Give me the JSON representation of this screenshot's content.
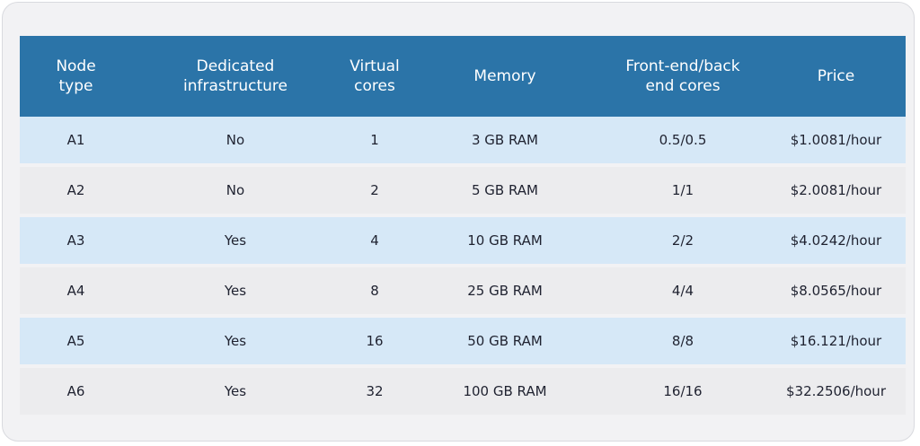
{
  "table": {
    "headers": [
      "Node\ntype",
      "Dedicated\ninfrastructure",
      "Virtual\ncores",
      "Memory",
      "Front-end/back\nend cores",
      "Price"
    ],
    "rows": [
      [
        "A1",
        "No",
        "1",
        "3 GB RAM",
        "0.5/0.5",
        "$1.0081/hour"
      ],
      [
        "A2",
        "No",
        "2",
        "5 GB RAM",
        "1/1",
        "$2.0081/hour"
      ],
      [
        "A3",
        "Yes",
        "4",
        "10 GB RAM",
        "2/2",
        "$4.0242/hour"
      ],
      [
        "A4",
        "Yes",
        "8",
        "25 GB RAM",
        "4/4",
        "$8.0565/hour"
      ],
      [
        "A5",
        "Yes",
        "16",
        "50 GB RAM",
        "8/8",
        "$16.121/hour"
      ],
      [
        "A6",
        "Yes",
        "32",
        "100 GB RAM",
        "16/16",
        "$32.2506/hour"
      ]
    ]
  },
  "colors": {
    "header_bg": "#2b74a8",
    "row_blue": "#d6e8f7",
    "row_gray": "#ececee"
  }
}
